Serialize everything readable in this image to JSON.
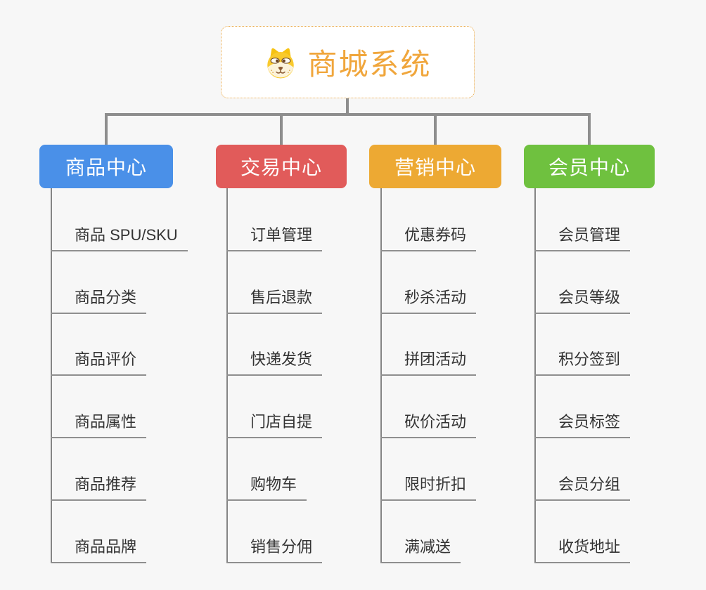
{
  "canvas": {
    "background": "#f7f7f7",
    "connector_color": "#8e8e8e",
    "line_color": "#8f8f8f"
  },
  "root": {
    "label": "商城系统",
    "icon": "dog-face-icon",
    "text_color": "#f0a63c",
    "border_color": "#e9a845",
    "background": "#ffffff"
  },
  "branches": [
    {
      "label": "商品中心",
      "color": "#4a90e8",
      "items": [
        "商品 SPU/SKU",
        "商品分类",
        "商品评价",
        "商品属性",
        "商品推荐",
        "商品品牌"
      ]
    },
    {
      "label": "交易中心",
      "color": "#e15b5a",
      "items": [
        "订单管理",
        "售后退款",
        "快递发货",
        "门店自提",
        "购物车",
        "销售分佣"
      ]
    },
    {
      "label": "营销中心",
      "color": "#eda933",
      "items": [
        "优惠券码",
        "秒杀活动",
        "拼团活动",
        "砍价活动",
        "限时折扣",
        "满减送"
      ]
    },
    {
      "label": "会员中心",
      "color": "#6fc13f",
      "items": [
        "会员管理",
        "会员等级",
        "积分签到",
        "会员标签",
        "会员分组",
        "收货地址"
      ]
    }
  ]
}
